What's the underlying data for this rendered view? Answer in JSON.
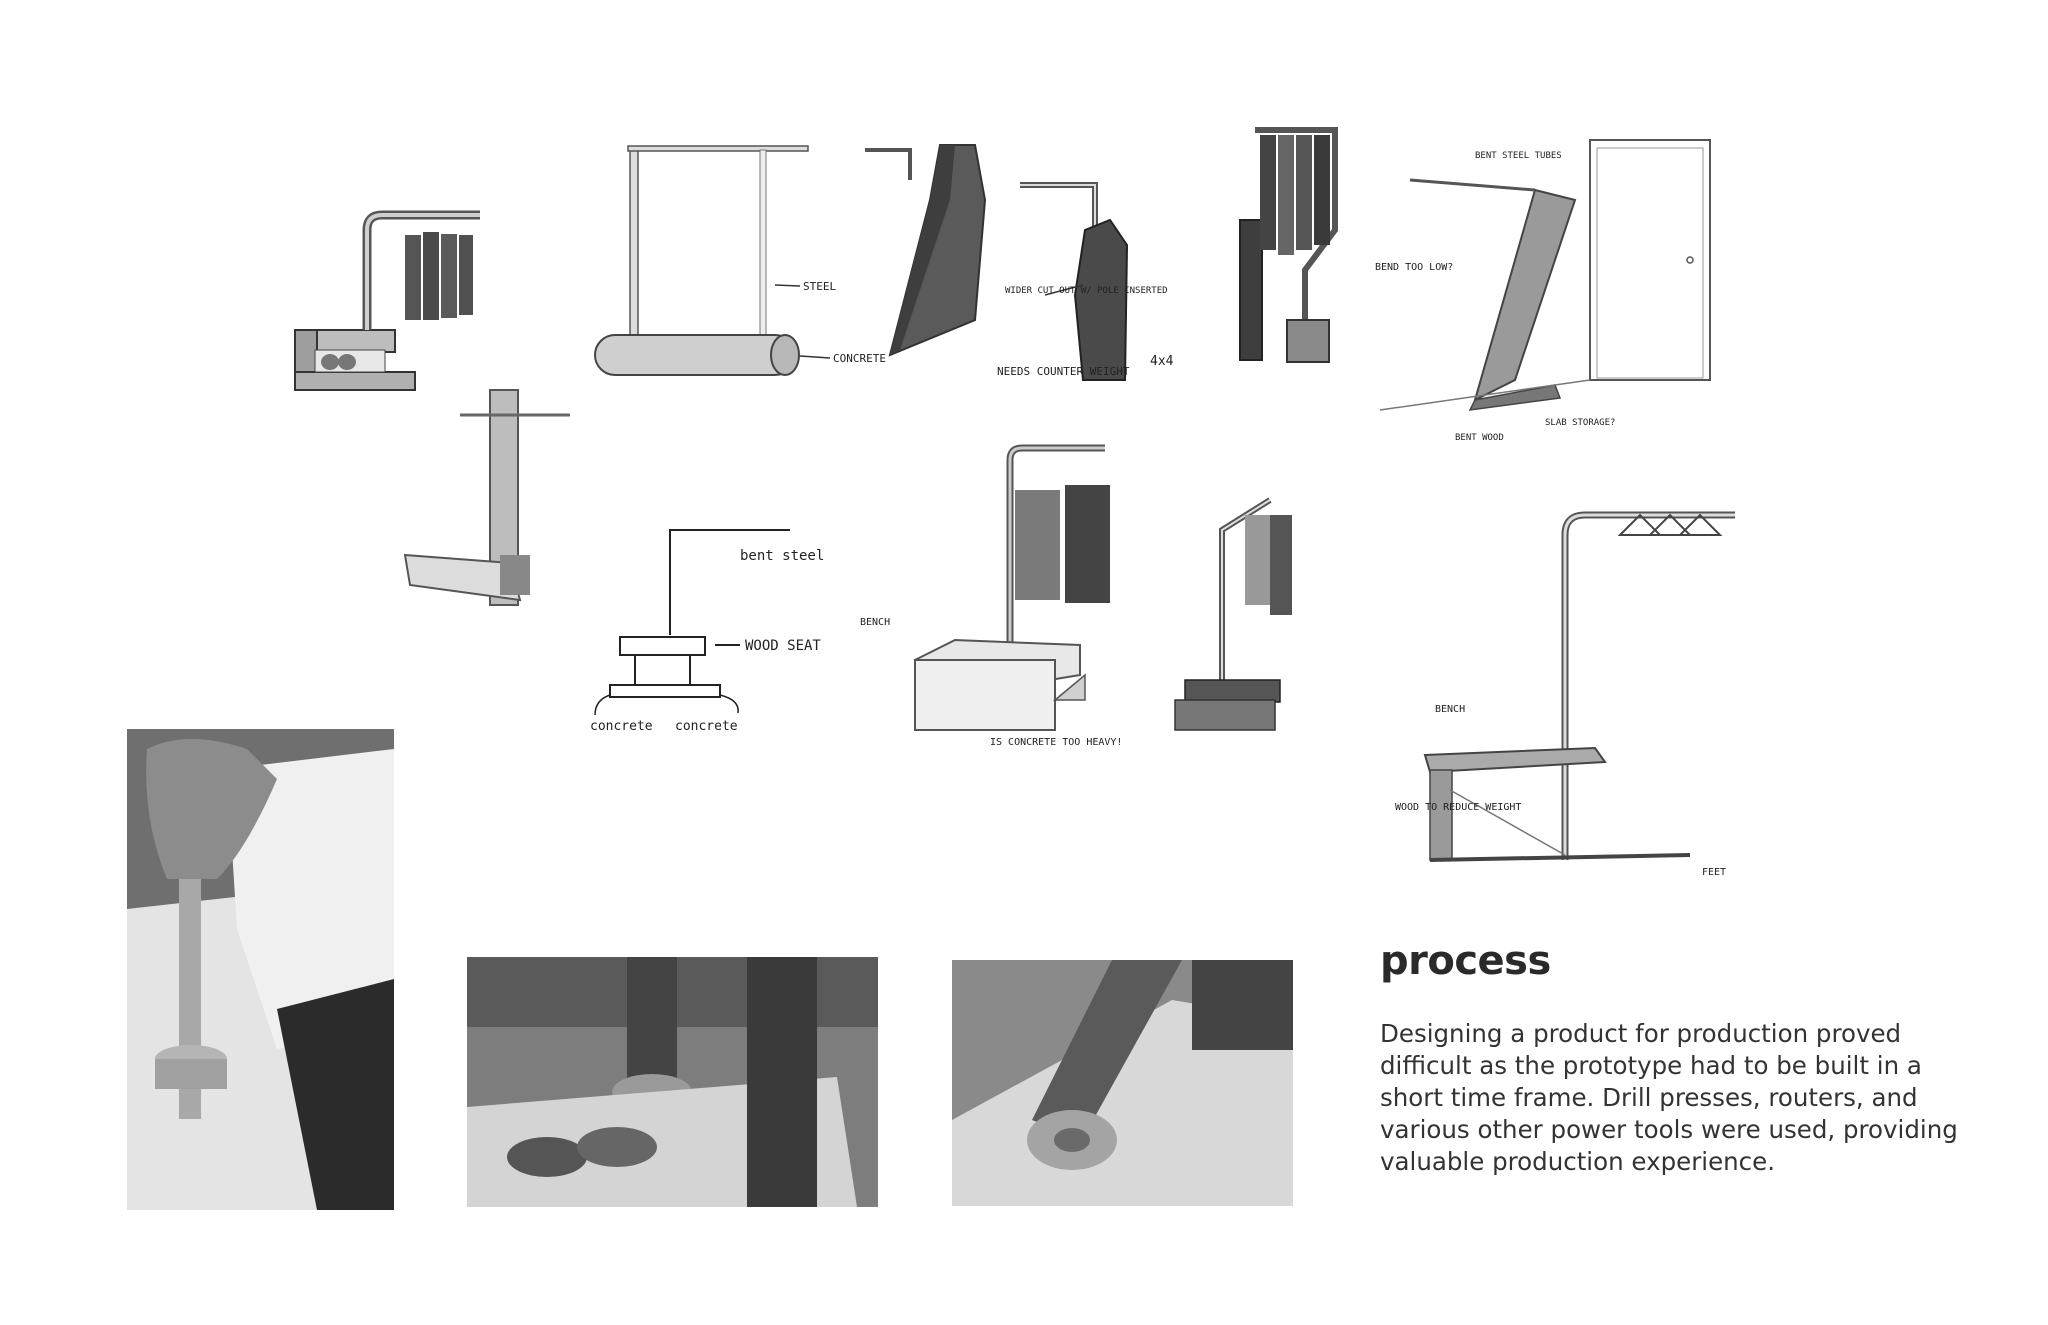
{
  "section": {
    "heading": "process",
    "body": "Designing a product for production proved difficult as the prototype had to be built in a short time frame. Drill presses, routers, and various other power tools were used, providing valuable production experience."
  },
  "sketch_notes": {
    "steel": "STEEL",
    "concrete": "CONCRETE",
    "wider_cut_out": "WIDER CUT OUT W/ POLE INSERTED",
    "needs_counter_weight": "NEEDS COUNTER WEIGHT",
    "four_by_four": "4x4",
    "bend_too_low": "BEND TOO LOW?",
    "bent_steel_tubes": "BENT STEEL TUBES",
    "bent_wood": "BENT WOOD",
    "slab_storage": "SLAB STORAGE?",
    "bent_steel": "bent steel",
    "wood_seat": "WOOD SEAT",
    "concrete_left": "concrete",
    "concrete_right": "concrete",
    "bench_1": "BENCH",
    "is_concrete_too_heavy": "IS CONCRETE TOO HEAVY!",
    "bench_2": "BENCH",
    "wood_to_reduce_weight": "WOOD TO REDUCE WEIGHT",
    "feet": "FEET"
  },
  "colors": {
    "background": "#ffffff",
    "ink": "#2a2a2a",
    "marker_dark": "#4a4a4a",
    "marker_mid": "#8a8a8a",
    "marker_light": "#c8c8c8"
  }
}
